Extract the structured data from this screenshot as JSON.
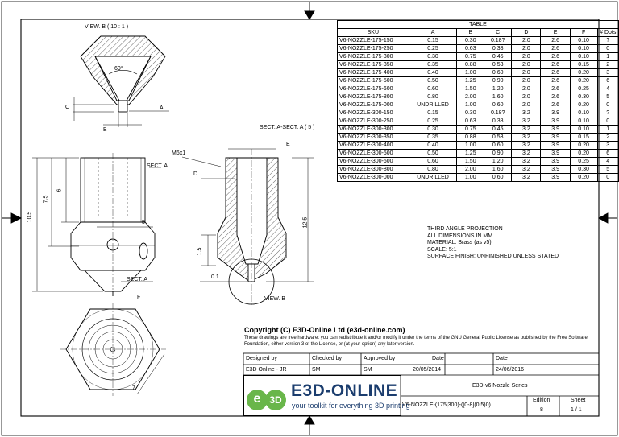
{
  "views": {
    "view_b_title": "VIEW. B ( 10 : 1 )",
    "section_title": "SECT. A-SECT. A ( 5 )",
    "angle_label": "60°",
    "label_c": "C",
    "label_a": "A",
    "label_b": "B",
    "label_m6": "M6x1",
    "label_d": "D",
    "label_e": "E",
    "label_sect_a_top": "SECT. A",
    "label_sect_a_bottom": "SECT. A",
    "label_view_b": "VIEW. B",
    "dim_10_5": "10.5",
    "dim_7_5": "7.5",
    "dim_6": "6",
    "dim_5": "5",
    "dim_12_5": "12.5",
    "dim_1_5": "1.5",
    "dim_0_1": "0.1",
    "dim_7": "7",
    "label_f": "F"
  },
  "table": {
    "title": "TABLE",
    "headers": [
      "SKU",
      "A",
      "B",
      "C",
      "D",
      "E",
      "F",
      "# Dots"
    ],
    "rows": [
      [
        "V6-NOZZLE-175-150",
        "0.15",
        "0.30",
        "0.18?",
        "2.0",
        "2.6",
        "0.10",
        "?"
      ],
      [
        "V6-NOZZLE-175-250",
        "0.25",
        "0.63",
        "0.38",
        "2.0",
        "2.6",
        "0.10",
        "0"
      ],
      [
        "V6-NOZZLE-175-300",
        "0.30",
        "0.75",
        "0.45",
        "2.0",
        "2.6",
        "0.10",
        "1"
      ],
      [
        "V6-NOZZLE-175-350",
        "0.35",
        "0.88",
        "0.53",
        "2.0",
        "2.6",
        "0.15",
        "2"
      ],
      [
        "V6-NOZZLE-175-400",
        "0.40",
        "1.00",
        "0.60",
        "2.0",
        "2.6",
        "0.20",
        "3"
      ],
      [
        "V6-NOZZLE-175-500",
        "0.50",
        "1.25",
        "0.90",
        "2.0",
        "2.6",
        "0.20",
        "6"
      ],
      [
        "V6-NOZZLE-175-600",
        "0.60",
        "1.50",
        "1.20",
        "2.0",
        "2.6",
        "0.25",
        "4"
      ],
      [
        "V6-NOZZLE-175-800",
        "0.80",
        "2.00",
        "1.60",
        "2.0",
        "2.6",
        "0.30",
        "5"
      ],
      [
        "V6-NOZZLE-175-000",
        "UNDRILLED",
        "1.00",
        "0.60",
        "2.0",
        "2.6",
        "0.20",
        "0"
      ],
      [
        "V6-NOZZLE-300-150",
        "0.15",
        "0.30",
        "0.18?",
        "3.2",
        "3.9",
        "0.10",
        "?"
      ],
      [
        "V6-NOZZLE-300-250",
        "0.25",
        "0.63",
        "0.38",
        "3.2",
        "3.9",
        "0.10",
        "0"
      ],
      [
        "V6-NOZZLE-300-300",
        "0.30",
        "0.75",
        "0.45",
        "3.2",
        "3.9",
        "0.10",
        "1"
      ],
      [
        "V6-NOZZLE-300-350",
        "0.35",
        "0.88",
        "0.53",
        "3.2",
        "3.9",
        "0.15",
        "2"
      ],
      [
        "V6-NOZZLE-300-400",
        "0.40",
        "1.00",
        "0.60",
        "3.2",
        "3.9",
        "0.20",
        "3"
      ],
      [
        "V6-NOZZLE-300-500",
        "0.50",
        "1.25",
        "0.90",
        "3.2",
        "3.9",
        "0.20",
        "6"
      ],
      [
        "V6-NOZZLE-300-600",
        "0.60",
        "1.50",
        "1.20",
        "3.2",
        "3.9",
        "0.25",
        "4"
      ],
      [
        "V6-NOZZLE-300-800",
        "0.80",
        "2.00",
        "1.60",
        "3.2",
        "3.9",
        "0.30",
        "5"
      ],
      [
        "V6-NOZZLE-300-000",
        "UNDRILLED",
        "1.00",
        "0.60",
        "3.2",
        "3.9",
        "0.20",
        "0"
      ]
    ]
  },
  "notes": [
    "THIRD ANGLE PROJECTION",
    "ALL DIMENSIONS IN MM",
    "MATERIAL: Brass (as v5)",
    "SCALE: 5:1",
    "SURFACE FINISH: UNFINISHED UNLESS STATED"
  ],
  "copyright": {
    "heading": "Copyright (C) E3D-Online Ltd (e3d-online.com)",
    "line1": "These drawings are free hardware: you can redistribute it and/or modify it under the terms of the GNU General Public License as published by the Free Software",
    "line2": "Foundation, either version 3 of the License, or (at your option) any later version."
  },
  "title_block": {
    "designed_by_label": "Designed by",
    "designed_by": "E3D Online - JR",
    "checked_by_label": "Checked by",
    "checked_by": "SM",
    "approved_by_label": "Approved by",
    "approved_by": "SM",
    "date_label": "Date",
    "approved_date": "20/05/2014",
    "date2_label": "Date",
    "date2": "24/06/2016",
    "part_name": "E3D-v6 Nozzle Series",
    "part_number": "V6-NOZZLE-(175|300)-([0-8](0|5)0)",
    "edition_label": "Edition",
    "edition": "8",
    "sheet_label": "Sheet",
    "sheet": "1 / 1",
    "brand": "E3D-ONLINE",
    "tagline": "your toolkit for everything 3D printing",
    "logo_e": "e",
    "logo_3d": "3D"
  }
}
